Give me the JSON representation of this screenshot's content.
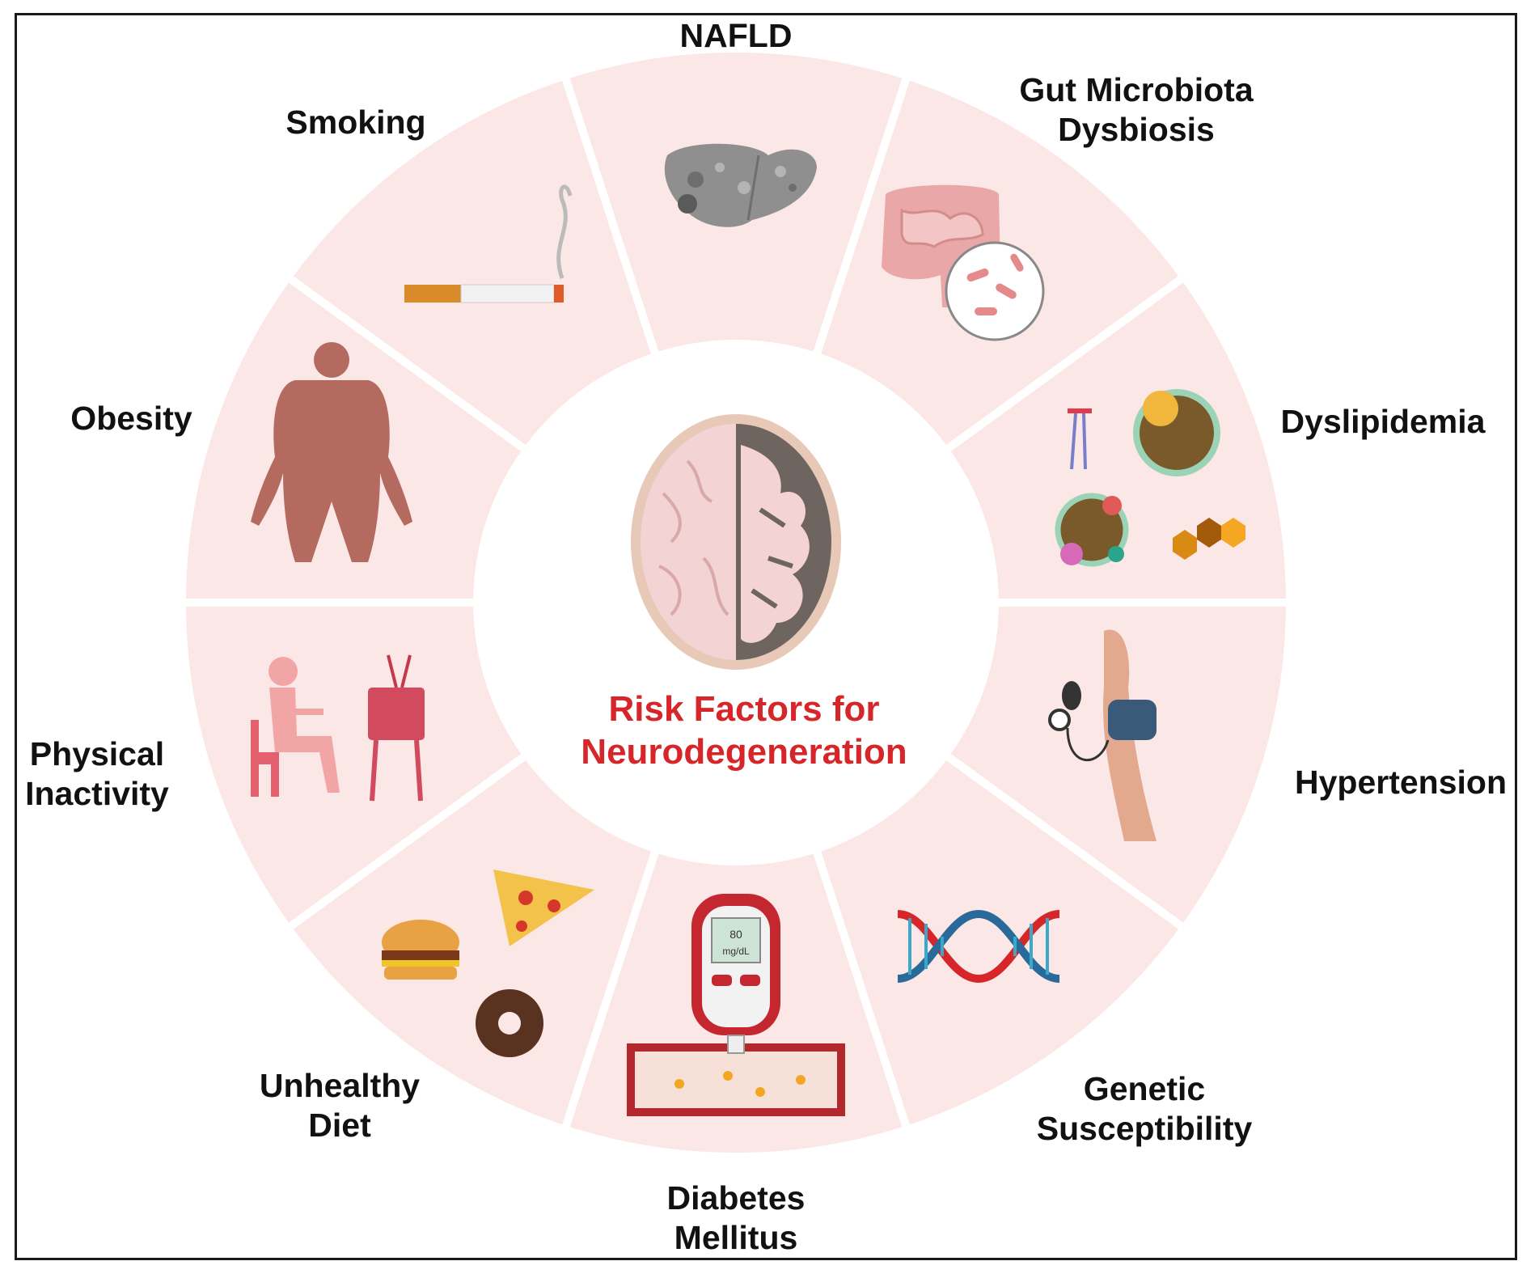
{
  "center": {
    "title_line1": "Risk Factors for",
    "title_line2": "Neurodegeneration"
  },
  "factors": [
    {
      "id": "nafld",
      "lines": [
        "NAFLD"
      ],
      "icon": "liver-icon"
    },
    {
      "id": "gut",
      "lines": [
        "Gut Microbiota",
        "Dysbiosis"
      ],
      "icon": "intestine-bacteria-icon"
    },
    {
      "id": "dyslipidemia",
      "lines": [
        "Dyslipidemia"
      ],
      "icon": "lipoprotein-icon"
    },
    {
      "id": "hypertension",
      "lines": [
        "Hypertension"
      ],
      "icon": "blood-pressure-cuff-icon"
    },
    {
      "id": "genetic",
      "lines": [
        "Genetic",
        "Susceptibility"
      ],
      "icon": "dna-icon"
    },
    {
      "id": "diabetes",
      "lines": [
        "Diabetes",
        "Mellitus"
      ],
      "icon": "glucometer-icon"
    },
    {
      "id": "diet",
      "lines": [
        "Unhealthy",
        "Diet"
      ],
      "icon": "junk-food-icon"
    },
    {
      "id": "inactivity",
      "lines": [
        "Physical",
        "Inactivity"
      ],
      "icon": "tv-watching-icon"
    },
    {
      "id": "obesity",
      "lines": [
        "Obesity"
      ],
      "icon": "obese-body-icon"
    },
    {
      "id": "smoking",
      "lines": [
        "Smoking"
      ],
      "icon": "cigarette-icon"
    }
  ],
  "glucometer_reading": {
    "value": "80",
    "unit": "mg/dL"
  },
  "colors": {
    "segment": "#fbe7e6",
    "accent_red": "#d7262a",
    "frame": "#1a1a1a"
  }
}
